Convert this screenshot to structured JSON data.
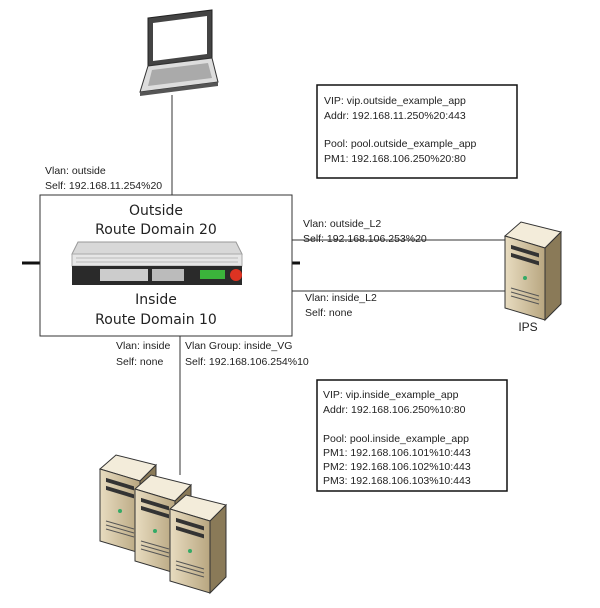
{
  "outside_vip_box": {
    "vip": "VIP: vip.outside_example_app",
    "addr": "Addr: 192.168.11.250%20:443",
    "pool": "Pool: pool.outside_example_app",
    "pm1": "PM1: 192.168.106.250%20:80"
  },
  "inside_vip_box": {
    "vip": "VIP: vip.inside_example_app",
    "addr": "Addr: 192.168.106.250%10:80",
    "pool": "Pool: pool.inside_example_app",
    "pm1": "PM1: 192.168.106.101%10:443",
    "pm2": "PM2: 192.168.106.102%10:443",
    "pm3": "PM3: 192.168.106.103%10:443"
  },
  "bigip": {
    "outside_name": "Outside",
    "outside_rd": "Route Domain 20",
    "inside_name": "Inside",
    "inside_rd": "Route Domain 10"
  },
  "links": {
    "outside_vlan": "Vlan: outside",
    "outside_self": "Self: 192.168.11.254%20",
    "outside_l2_vlan": "Vlan: outside_L2",
    "outside_l2_self": "Self: 192.168.106.253%20",
    "inside_l2_vlan": "Vlan: inside_L2",
    "inside_l2_self": "Self: none",
    "inside_vlan": "Vlan: inside",
    "inside_self": "Self: none",
    "inside_vg": "Vlan Group: inside_VG",
    "inside_vg_self": "Self: 192.168.106.254%10"
  },
  "ips_label": "IPS",
  "icons": [
    "laptop-icon",
    "bigip-appliance-icon",
    "server-icon",
    "server-cluster-icon"
  ]
}
